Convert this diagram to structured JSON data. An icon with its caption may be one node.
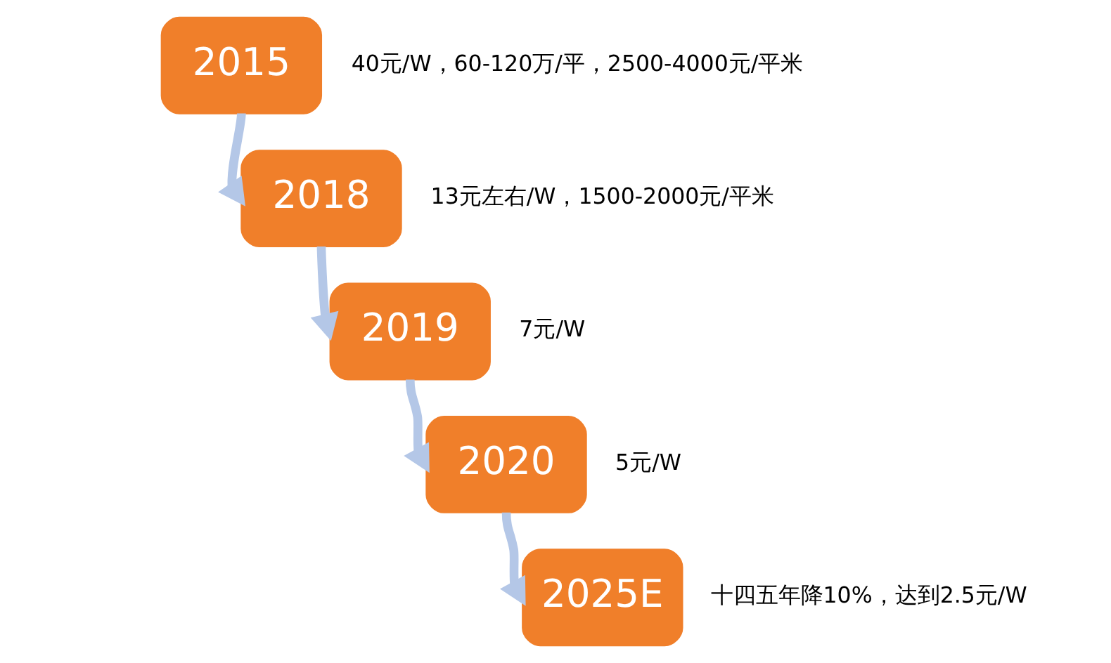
{
  "diagram": {
    "nodes": [
      {
        "text": [
          "2015"
        ],
        "beside": [
          "40元/W，60-120万/平，2500-4000元/平米"
        ]
      },
      {
        "text": [
          "2018"
        ],
        "beside": [
          "13元左右/W，1500-2000元/平米"
        ]
      },
      {
        "text": [
          "2019"
        ],
        "beside": [
          "7元/W"
        ]
      },
      {
        "text": [
          "2020"
        ],
        "beside": [
          "5元/W"
        ]
      },
      {
        "text": [
          "2025E"
        ],
        "beside": [
          "十四五年降10%，达到2.5元/W"
        ]
      }
    ],
    "edges": [
      {
        "from": 0,
        "to": 1,
        "arrow": "to"
      },
      {
        "from": 1,
        "to": 2,
        "arrow": "to"
      },
      {
        "from": 2,
        "to": 3,
        "arrow": "to"
      },
      {
        "from": 3,
        "to": 4,
        "arrow": "to"
      }
    ]
  }
}
